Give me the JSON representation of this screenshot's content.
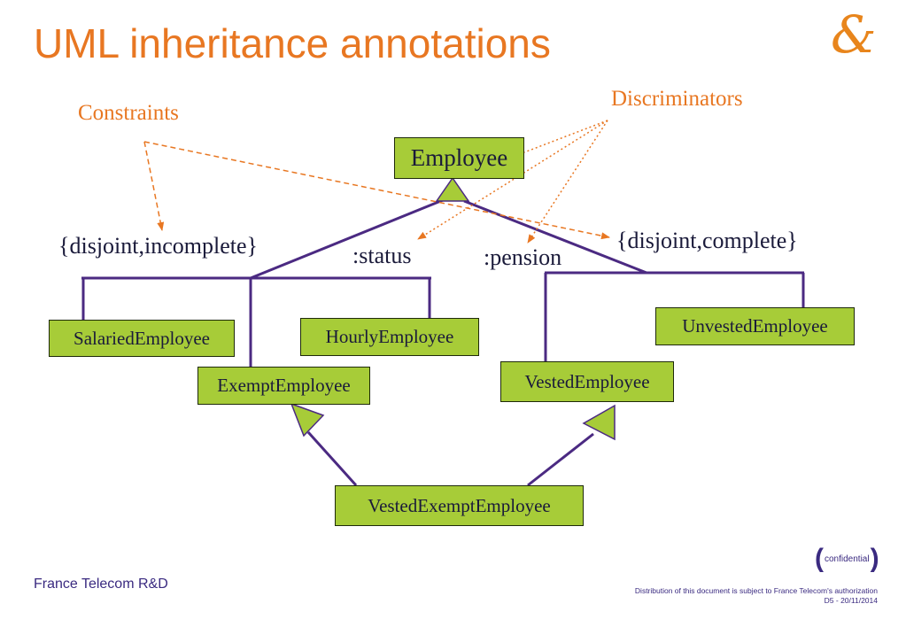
{
  "slide": {
    "title": "UML inheritance annotations",
    "logo_glyph": "&",
    "accent_color": "#e87722",
    "footer_left": "France Telecom R&D",
    "confidential": {
      "open": "(",
      "text": "confidential",
      "close": ")"
    },
    "footer_right": [
      "Distribution of this document is subject to France Telecom's authorization",
      "D5 - 20/11/2014"
    ]
  },
  "annotations": {
    "constraints": "Constraints",
    "discriminators": "Discriminators"
  },
  "labels": {
    "constraint_left": "{disjoint,incomplete}",
    "constraint_right": "{disjoint,complete}",
    "discriminator_status": ":status",
    "discriminator_pension": ":pension"
  },
  "classes": {
    "employee": "Employee",
    "salaried": "SalariedEmployee",
    "hourly": "HourlyEmployee",
    "exempt": "ExemptEmployee",
    "vested": "VestedEmployee",
    "unvested": "UnvestedEmployee",
    "vested_exempt": "VestedExemptEmployee"
  },
  "colors": {
    "class_fill": "#a7cc38",
    "line": "#4b2a82",
    "annotation": "#e87722"
  }
}
